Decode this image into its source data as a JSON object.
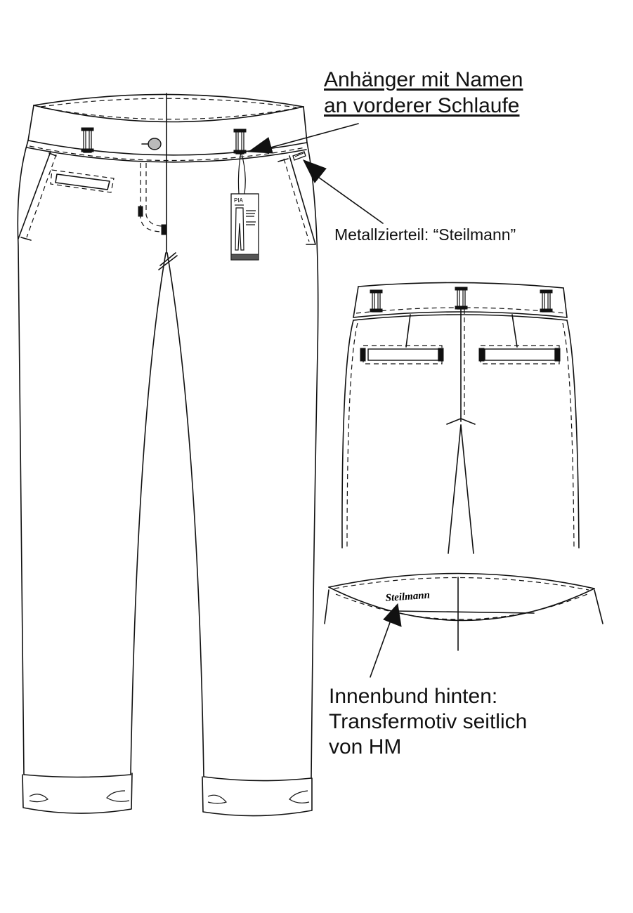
{
  "annotations": {
    "hangtag_note": {
      "line1": "Anhänger mit Namen",
      "line2": "an vorderer Schlaufe"
    },
    "metal_note": "Metallzierteil: “Steilmann”",
    "inner_waistband_note": {
      "line1": "Innenbund hinten:",
      "line2": "Transfermotiv seitlich",
      "line3": "von HM"
    }
  },
  "drawing": {
    "hangtag_label": "PIA",
    "inner_brand_text": "Steilmann"
  }
}
